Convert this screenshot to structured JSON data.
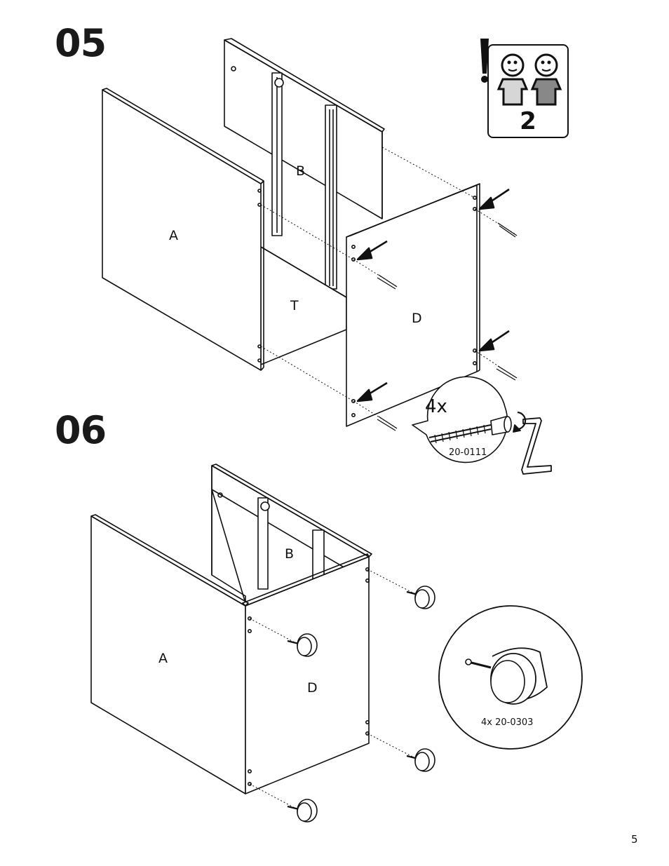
{
  "steps": {
    "step_05": {
      "number": "05",
      "parts": {
        "a": "A",
        "b": "B",
        "t": "T",
        "d": "D"
      },
      "detail_quantity": "4x",
      "detail_part_code": "20-0111"
    },
    "step_06": {
      "number": "06",
      "parts": {
        "a": "A",
        "b": "B",
        "d": "D"
      },
      "detail_caption": "4x  20-0303"
    }
  },
  "people_badge": {
    "count": "2",
    "icons": [
      "warning-exclamation-icon",
      "person-icon",
      "person-icon"
    ]
  },
  "page_number": "5",
  "colors": {
    "line": "#111111",
    "person_light": "#d6d6d6",
    "person_dark": "#888888"
  }
}
